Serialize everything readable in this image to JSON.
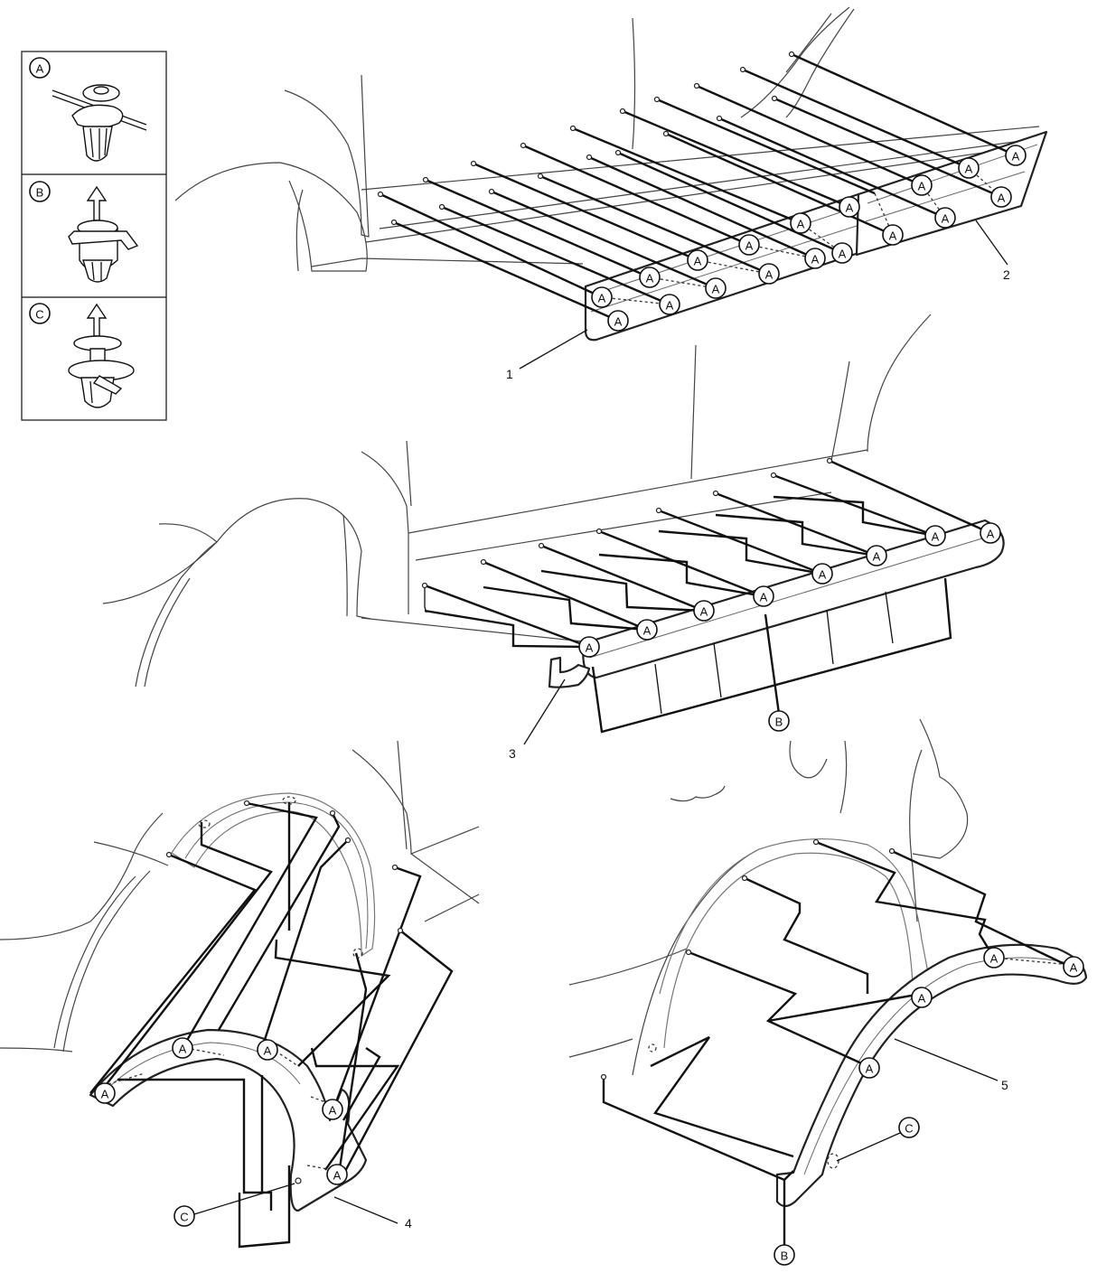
{
  "legend": [
    {
      "letter": "A"
    },
    {
      "letter": "B"
    },
    {
      "letter": "C"
    }
  ],
  "part_numbers": {
    "p1": "1",
    "p2": "2",
    "p3": "3",
    "p4": "4",
    "p5": "5"
  },
  "clip_callouts": {
    "a": "A",
    "b": "B",
    "c": "C"
  }
}
